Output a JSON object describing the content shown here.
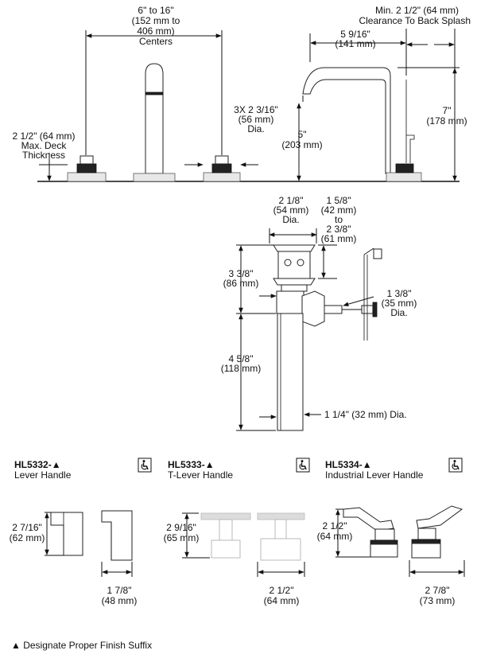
{
  "faucet_top": {
    "centers_dim": [
      "6\" to 16\"",
      "(152 mm to",
      "406 mm)",
      "Centers"
    ],
    "deck_thickness": [
      "2 1/2\" (64 mm)",
      "Max. Deck",
      "Thickness"
    ],
    "hole_dia": [
      "3X 2 3/16\"",
      "(56 mm)",
      "Dia."
    ],
    "clearance": [
      "Min. 2 1/2\" (64 mm)",
      "Clearance To Back Splash"
    ],
    "reach": [
      "5 9/16\"",
      "(141 mm)"
    ],
    "spout_height": [
      "5\"",
      "(203 mm)"
    ],
    "overall_height": [
      "7\"",
      "(178 mm)"
    ]
  },
  "drain": {
    "flange_dia": [
      "2 1/8\"",
      "(54 mm)",
      "Dia."
    ],
    "stopper_range": [
      "1 5/8\"",
      "(42 mm)",
      "to",
      "2 3/8\"",
      "(61 mm)"
    ],
    "body_height": [
      "3 3/8\"",
      "(86 mm)"
    ],
    "outlet_dia": [
      "1 3/8\"",
      "(35 mm)",
      "Dia."
    ],
    "tail_length": [
      "4 5/8\"",
      "(118 mm)"
    ],
    "tailpiece_dia": "1 1/4\" (32 mm) Dia."
  },
  "handles": [
    {
      "model": "HL5332-▲",
      "name": "Lever Handle",
      "height": [
        "2 7/16\"",
        "(62 mm)"
      ],
      "width": [
        "1 7/8\"",
        "(48 mm)"
      ],
      "badge_icon": "wheelchair-accessible-icon"
    },
    {
      "model": "HL5333-▲",
      "name": "T-Lever Handle",
      "height": [
        "2 9/16\"",
        "(65 mm)"
      ],
      "width": [
        "2 1/2\"",
        "(64 mm)"
      ],
      "badge_icon": "wheelchair-accessible-icon"
    },
    {
      "model": "HL5334-▲",
      "name": "Industrial Lever Handle",
      "height": [
        "2 1/2\"",
        "(64 mm)"
      ],
      "width": [
        "2 7/8\"",
        "(73 mm)"
      ],
      "badge_icon": "wheelchair-accessible-icon"
    }
  ],
  "footnote": "▲ Designate Proper Finish Suffix"
}
